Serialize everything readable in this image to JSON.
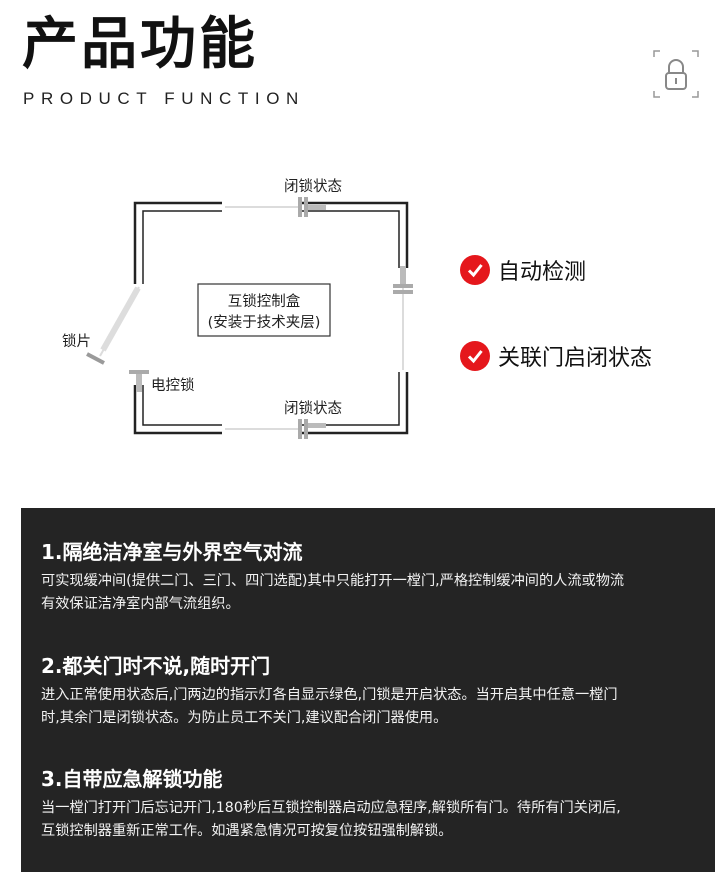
{
  "header": {
    "title": "产品功能",
    "subtitle": "PRODUCT FUNCTION"
  },
  "diagram": {
    "label_closed_top": "闭锁状态",
    "label_closed_bottom": "闭锁状态",
    "label_lock_piece": "锁片",
    "label_electric_lock": "电控锁",
    "controller_line1": "互锁控制盒",
    "controller_line2": "(安装于技术夹层)"
  },
  "features": [
    {
      "label": "自动检测",
      "icon": "check-circle-icon"
    },
    {
      "label": "关联门启闭状态",
      "icon": "check-circle-icon"
    }
  ],
  "sections": [
    {
      "title": "1.隔绝洁净室与外界空气对流",
      "line1": "可实现缓冲间(提供二门、三门、四门选配)其中只能打开一樘门,严格控制缓冲间的人流或物流",
      "line2": "有效保证洁净室内部气流组织。"
    },
    {
      "title": "2.都关门时不说,随时开门",
      "line1": "进入正常使用状态后,门两边的指示灯各自显示绿色,门锁是开启状态。当开启其中任意一樘门",
      "line2": "时,其余门是闭锁状态。为防止员工不关门,建议配合闭门器使用。"
    },
    {
      "title": "3.自带应急解锁功能",
      "line1": "当一樘门打开门后忘记开门,180秒后互锁控制器启动应急程序,解锁所有门。待所有门关闭后,",
      "line2": "互锁控制器重新正常工作。如遇紧急情况可按复位按钮强制解锁。"
    }
  ],
  "colors": {
    "accent": "#e5171c",
    "dark_panel": "#242424"
  }
}
